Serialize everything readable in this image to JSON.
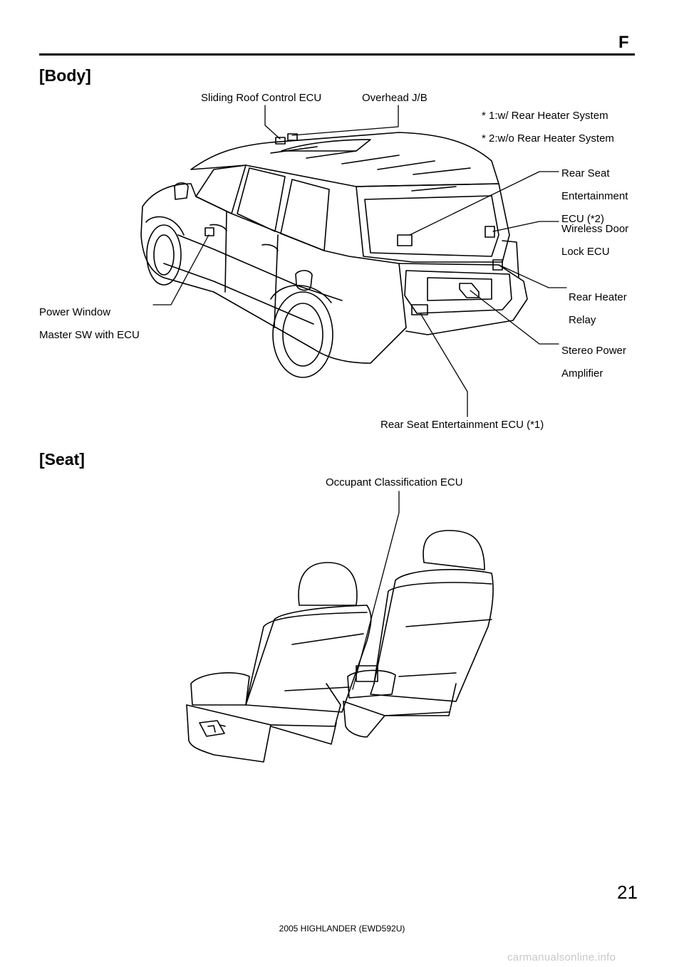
{
  "header": {
    "section_letter": "F"
  },
  "body_section": {
    "heading": "[Body]",
    "notes": [
      "* 1:w/ Rear Heater System",
      "* 2:w/o Rear Heater System"
    ],
    "callouts": {
      "sliding_roof": "Sliding Roof Control ECU",
      "overhead_jb": "Overhead J/B",
      "rear_seat_ent_2": [
        "Rear Seat",
        "Entertainment",
        "ECU (*2)"
      ],
      "wireless_door": [
        "Wireless Door",
        "Lock ECU"
      ],
      "rear_heater": [
        "Rear Heater",
        "Relay"
      ],
      "stereo_amp": [
        "Stereo Power",
        "Amplifier"
      ],
      "power_window": [
        "Power Window",
        "Master SW with ECU"
      ],
      "rear_seat_ent_1": "Rear Seat Entertainment ECU (*1)"
    }
  },
  "seat_section": {
    "heading": "[Seat]",
    "callouts": {
      "occupant": "Occupant Classification ECU"
    }
  },
  "footer": {
    "page_number": "21",
    "doc_code": "2005 HIGHLANDER (EWD592U)",
    "watermark": "carmanualsonline.info"
  }
}
